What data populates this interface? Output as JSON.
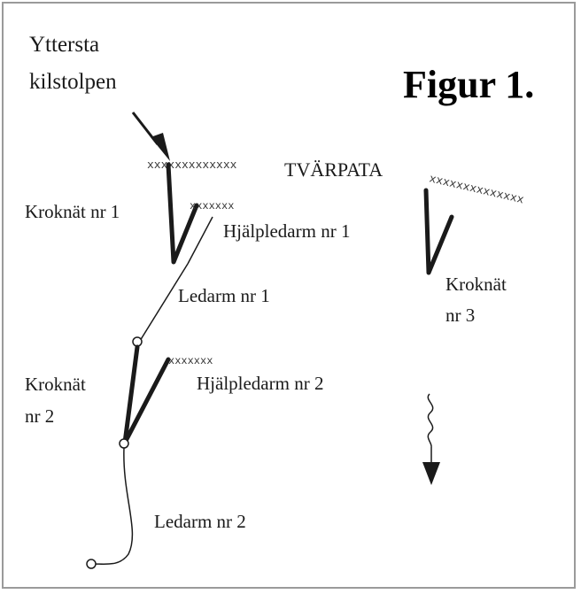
{
  "figure": {
    "title": "Figur 1.",
    "labels": {
      "yttersta_line1": "Yttersta",
      "yttersta_line2": "kilstolpen",
      "tvarpata": "TVÄRPATA",
      "kroknat1": "Kroknät nr 1",
      "hjalpledarm1": "Hjälpledarm nr 1",
      "ledarm1": "Ledarm nr 1",
      "kroknat3_line1": "Kroknät",
      "kroknat3_line2": "nr 3",
      "kroknat2_line1": "Kroknät",
      "kroknat2_line2": "nr 2",
      "hjalpledarm2": "Hjälpledarm nr 2",
      "ledarm2": "Ledarm nr 2"
    },
    "hatch_marks": {
      "tvarpata_left": "xxxxxxxxxxxxx",
      "tvarpata_right": "xxxxxxxxxxxxxx",
      "hjalpledarm1": "xxxxxxx",
      "hjalpledarm2": "xxxxxxx"
    },
    "colors": {
      "ink": "#1a1a1a",
      "frame": "#9a9a9a",
      "background": "#ffffff"
    }
  }
}
